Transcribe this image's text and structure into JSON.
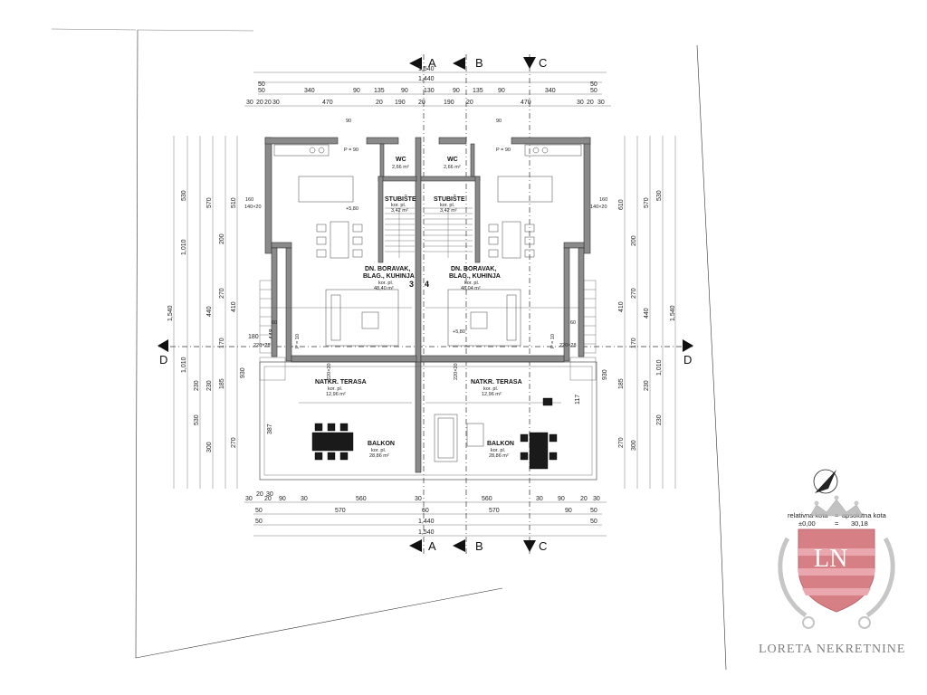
{
  "axes": {
    "a": "A",
    "b": "B",
    "c": "C",
    "d": "D"
  },
  "dims_top": {
    "row1": "1,540",
    "row2": "1,440",
    "row3": [
      "50",
      "50"
    ],
    "row4": [
      "50",
      "340",
      "90",
      "135",
      "90",
      "130",
      "90",
      "135",
      "90",
      "340",
      "50"
    ],
    "row5": [
      "30",
      "20",
      "20",
      "30",
      "470",
      "20",
      "190",
      "20",
      "190",
      "20",
      "470",
      "30",
      "20",
      "30"
    ]
  },
  "dims_bottom": {
    "row1": [
      "30",
      "20",
      "30",
      "20",
      "90",
      "30",
      "560",
      "30",
      "560",
      "30",
      "90",
      "20",
      "30"
    ],
    "row2": [
      "50",
      "570",
      "60",
      "570",
      "90",
      "50"
    ],
    "row3": [
      "50",
      "1,440",
      "50"
    ],
    "row4": "1,540"
  },
  "dims_left": [
    "1,540",
    "1,010",
    "530",
    "530",
    "570",
    "510",
    "200",
    "270",
    "410",
    "440",
    "170",
    "230",
    "185",
    "300",
    "270",
    "230",
    "930",
    "1,010",
    "180",
    "448",
    "387"
  ],
  "dims_right": [
    "1,540",
    "1,010",
    "530",
    "570",
    "610",
    "200",
    "270",
    "410",
    "440",
    "170",
    "230",
    "185",
    "300",
    "270",
    "230",
    "930",
    "117"
  ],
  "rooms": {
    "wc_left": {
      "name": "WC",
      "area": "2,66 m²"
    },
    "wc_right": {
      "name": "WC",
      "area": "2,66 m²"
    },
    "stair_left": {
      "name": "STUBIŠTE",
      "sub": "kor. pl.",
      "area": "3,42 m²"
    },
    "stair_right": {
      "name": "STUBIŠTE",
      "sub": "kor. pl.",
      "area": "3,42 m²"
    },
    "living_left": {
      "name": "DN. BORAVAK,",
      "name2": "BLAG., KUHINJA",
      "sub": "kor. pl.",
      "area": "48,40 m²"
    },
    "living_right": {
      "name": "DN. BORAVAK,",
      "name2": "BLAG., KUHINJA",
      "sub": "kor. pl.",
      "area": "48,04 m²"
    },
    "terrace_left": {
      "name": "NATKR. TERASA",
      "sub": "kor. pl.",
      "area": "12,96 m²"
    },
    "terrace_right": {
      "name": "NATKR. TERASA",
      "sub": "kor. pl.",
      "area": "12,96 m²"
    },
    "balcony_left": {
      "name": "BALKON",
      "sub": "kor. pl.",
      "area": "28,86 m²"
    },
    "balcony_right": {
      "name": "BALKON",
      "sub": "kor. pl.",
      "area": "28,86 m²"
    }
  },
  "unit_numbers": [
    "3",
    "4"
  ],
  "level_marks": [
    "+5,80",
    "+5,80"
  ],
  "openings": [
    "140×20",
    "140×20",
    "P = 90",
    "P = 90",
    "220×20",
    "220×20",
    "220×28",
    "220×28",
    "P = 10",
    "P = 10",
    "160",
    "160",
    "90",
    "90",
    "60",
    "60"
  ],
  "kota_legend": {
    "line1_a": "relativna kota",
    "line1_eq": "=",
    "line1_b": "apsolutna kota",
    "line2_a": "±0,00",
    "line2_eq": "=",
    "line2_b": "30,18"
  },
  "watermark": {
    "monogram": "LN",
    "text": "LORETA NEKRETNINE"
  },
  "colors": {
    "wall": "#8a8a8a",
    "ink": "#222222",
    "watermark_red": "#c9505a",
    "watermark_grey": "#9a9a9a"
  }
}
